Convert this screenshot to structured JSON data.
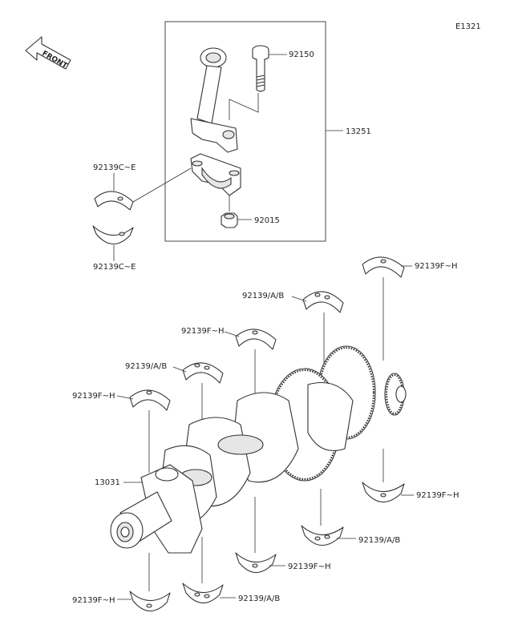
{
  "diagram_code": "E1321",
  "front_marker": "FRONT",
  "labels": {
    "bolt": "92150",
    "conrod_assy": "13251",
    "bearing_conrod_upper": "92139C~E",
    "bearing_conrod_lower": "92139C~E",
    "nut": "92015",
    "bearing_main_fh_top_right": "92139F~H",
    "bearing_main_ab_top": "92139/A/B",
    "bearing_main_fh_top_mid": "92139F~H",
    "bearing_main_ab_top_left": "92139/A/B",
    "bearing_main_fh_top_left": "92139F~H",
    "crankshaft": "13031",
    "bearing_main_fh_bottom_right": "92139F~H",
    "bearing_main_ab_bottom_right": "92139/A/B",
    "bearing_main_fh_bottom_mid": "92139F~H",
    "bearing_main_fh_bottom_left": "92139F~H",
    "bearing_main_ab_bottom_left": "92139/A/B"
  }
}
